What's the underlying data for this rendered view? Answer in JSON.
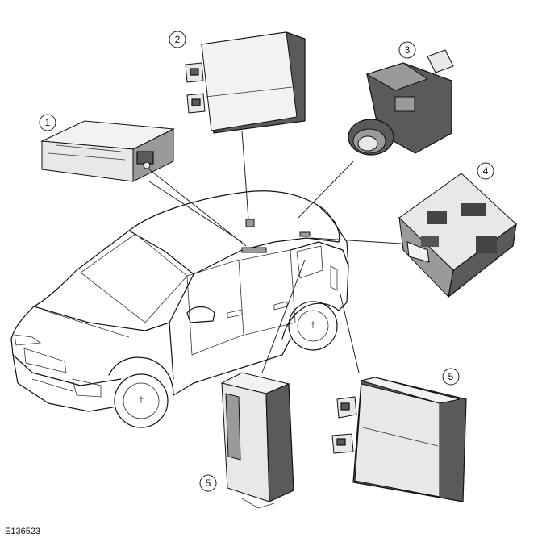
{
  "figure_code": "E136523",
  "callouts": [
    {
      "id": "callout-1",
      "label": "1"
    },
    {
      "id": "callout-2",
      "label": "2"
    },
    {
      "id": "callout-3",
      "label": "3"
    },
    {
      "id": "callout-4",
      "label": "4"
    },
    {
      "id": "callout-5a",
      "label": "5"
    },
    {
      "id": "callout-5b",
      "label": "5"
    }
  ]
}
